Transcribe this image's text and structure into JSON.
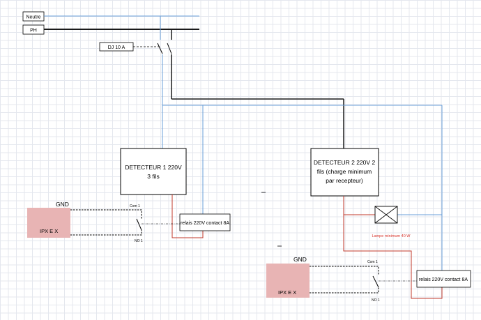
{
  "labels": {
    "neutre": "Neutre",
    "ph": "PH",
    "breaker": "DJ 10 A",
    "detector1": [
      "DETECTEUR 1 220V",
      "3 fils"
    ],
    "detector2": [
      "DETECTEUR 2 220V 2",
      "fils (charge minimum",
      "par recepteur)"
    ],
    "relay1": "relais 220V contact 8A",
    "relay2": "relais 220V contact 8A",
    "gnd1": "GND",
    "gnd2": "GND",
    "ipx1": "IPX E X",
    "ipx2": "IPX E X",
    "com1": "Com 1",
    "com2": "Com 1",
    "no1": "NO 1",
    "no2": "NO 1",
    "lamp": "Lampe minimum 40 W"
  },
  "colors": {
    "neutral_wire": "#6a9fd8",
    "phase_wire": "#1a1a1a",
    "lamp_wire": "#c0392b",
    "ipx_fill": "#e8b4b4",
    "lamp_text": "#d9342b"
  }
}
